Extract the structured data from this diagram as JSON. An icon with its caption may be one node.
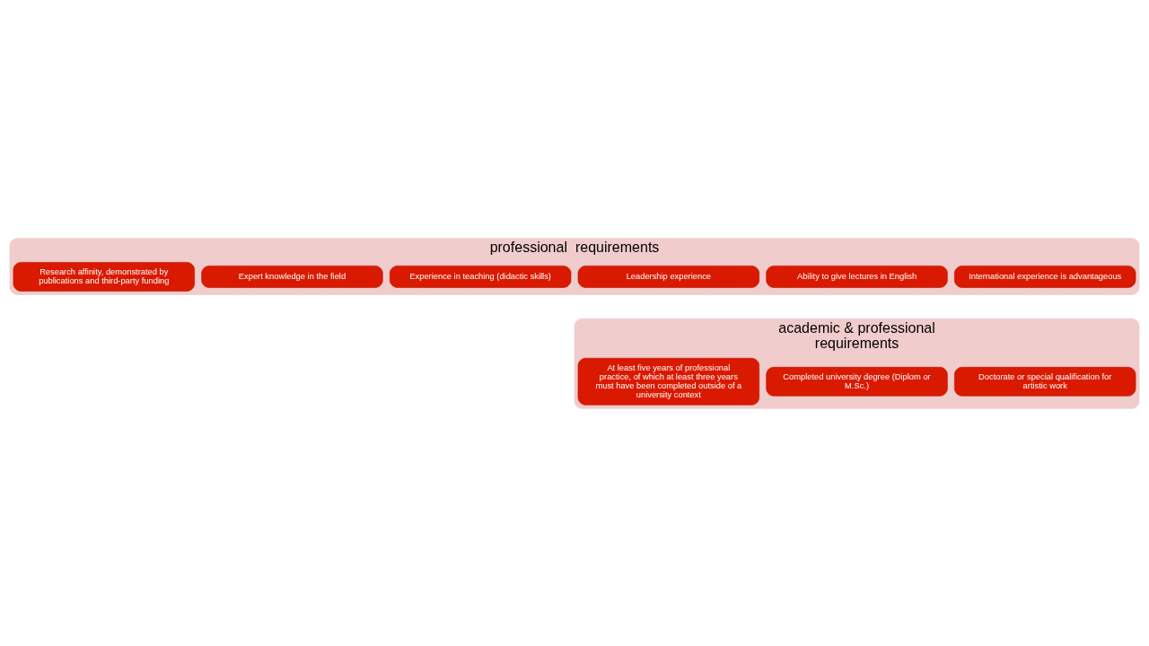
{
  "diagram": {
    "nodes": [
      {
        "text": [
          "academic & professional requirements"
        ]
      },
      {
        "text": [
          "Completed university degree (Diplom or M.Sc.)"
        ],
        "in": 0
      },
      {
        "text": [
          "Doctorate or special qualification for artistic work"
        ],
        "in": 0
      },
      {
        "text": [
          "At least five years of professional practice, of which at least three years must have been completed outside of a university context"
        ],
        "in": 0
      },
      {
        "text": [
          "professional  requirements"
        ]
      },
      {
        "text": [
          "Expert knowledge in the field"
        ],
        "in": 4
      },
      {
        "text": [
          "Experience in teaching (didactic skills)"
        ],
        "in": 4
      },
      {
        "text": [
          "Research affinity, demonstrated by publications and third-party funding"
        ],
        "in": 4
      },
      {
        "text": [
          "Leadership experience"
        ],
        "in": 4
      },
      {
        "text": [
          "Ability to give lectures in English"
        ],
        "in": 4
      },
      {
        "text": [
          "International experience is advantageous"
        ],
        "in": 4
      }
    ],
    "edges": []
  }
}
